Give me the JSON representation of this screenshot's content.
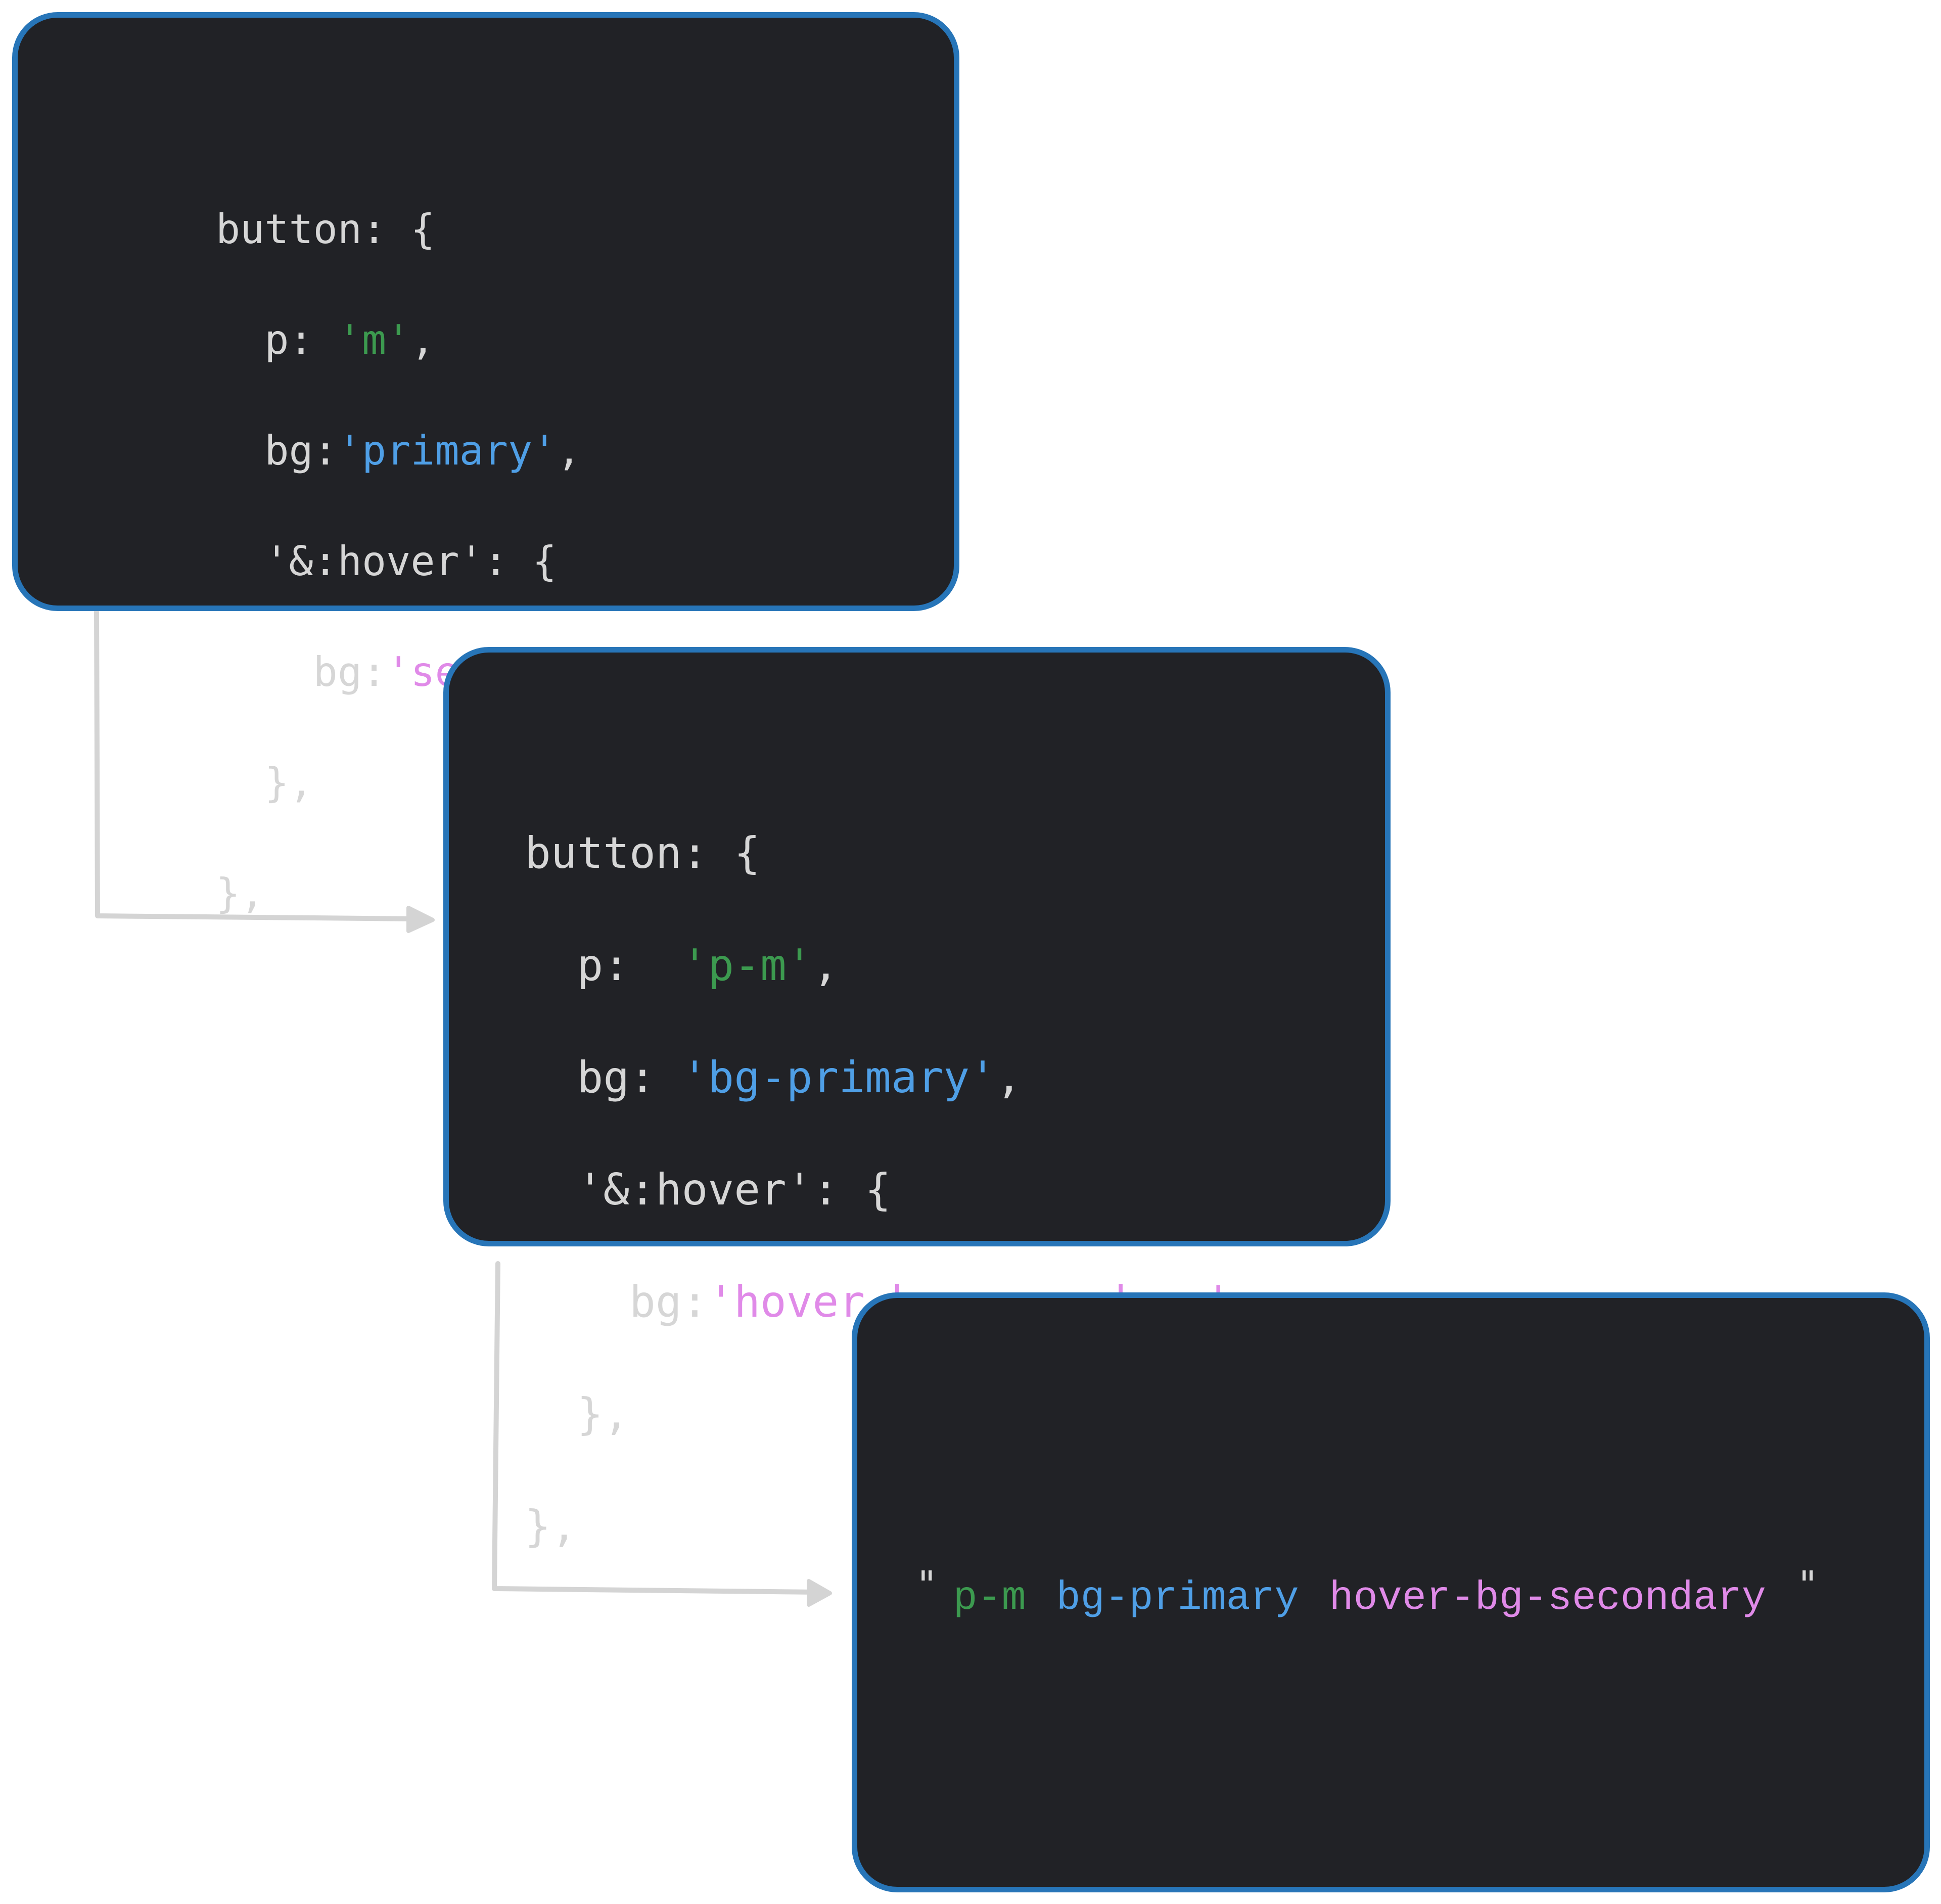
{
  "diagram": {
    "title": "Style object to class string transformation",
    "colors": {
      "box_background": "#212226",
      "box_border": "#2775b8",
      "text_default": "#d6d6d6",
      "token_padding": "#3c9a4f",
      "token_bg": "#4f9fe6",
      "token_hover": "#e08ae8",
      "arrow": "#d4d4d4"
    },
    "step1": {
      "lines": [
        {
          "key": "button: {"
        },
        {
          "key": "p: ",
          "value": "'m'",
          "tail": ","
        },
        {
          "key": "bg:",
          "value": "'primary'",
          "tail": ","
        },
        {
          "key": "'&:hover': {"
        },
        {
          "key": "bg:",
          "value": "'secondary'",
          "tail": ","
        },
        {
          "key": "},"
        },
        {
          "key": "},"
        }
      ]
    },
    "step2": {
      "lines": [
        {
          "key": "button: {"
        },
        {
          "key": "p:  ",
          "value": "'p-m'",
          "tail": ","
        },
        {
          "key": "bg: ",
          "value": "'bg-primary'",
          "tail": ","
        },
        {
          "key": "'&:hover': {"
        },
        {
          "key": "bg:",
          "value": "'hover-bg-secondary'",
          "tail": ","
        },
        {
          "key": "},"
        },
        {
          "key": "},"
        }
      ]
    },
    "step3": {
      "open_quote": "\"",
      "classes": [
        "p-m",
        "bg-primary",
        "hover-bg-secondary"
      ],
      "close_quote": "\""
    },
    "arrows": [
      {
        "from": "step1",
        "to": "step2",
        "icon": "arrow-right-icon"
      },
      {
        "from": "step2",
        "to": "step3",
        "icon": "arrow-right-icon"
      }
    ]
  }
}
